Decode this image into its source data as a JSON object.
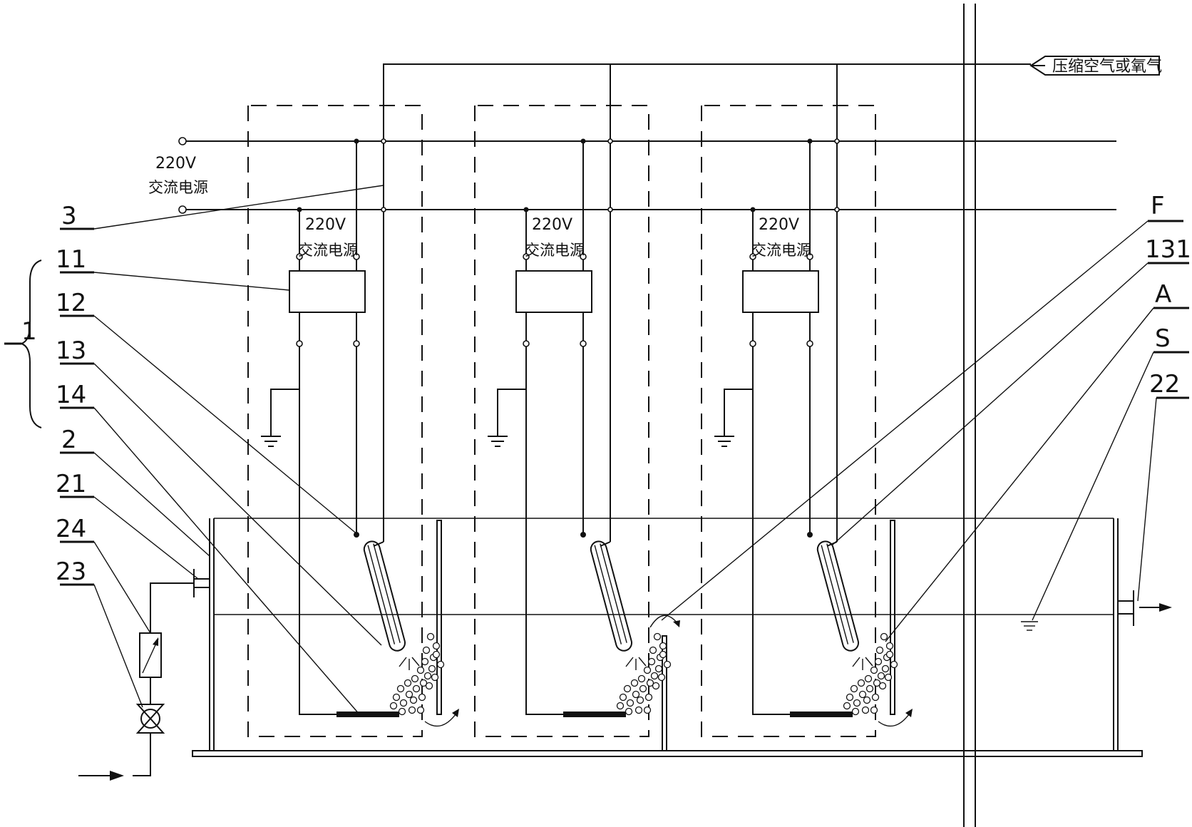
{
  "labels": {
    "air_supply": "压缩空气或氧气",
    "mains_voltage": "220V",
    "mains_name": "交流电源",
    "unit_voltage": "220V",
    "unit_name": "交流电源"
  },
  "callouts": {
    "c3": "3",
    "c11": "11",
    "c1": "1",
    "c12": "12",
    "c13": "13",
    "c14": "14",
    "c2": "2",
    "c21": "21",
    "c24": "24",
    "c23": "23",
    "cF": "F",
    "c131": "131",
    "cA": "A",
    "cS": "S",
    "c22": "22"
  },
  "units": [
    {
      "voltage": "220V",
      "name": "交流电源"
    },
    {
      "voltage": "220V",
      "name": "交流电源"
    },
    {
      "voltage": "220V",
      "name": "交流电源"
    }
  ]
}
